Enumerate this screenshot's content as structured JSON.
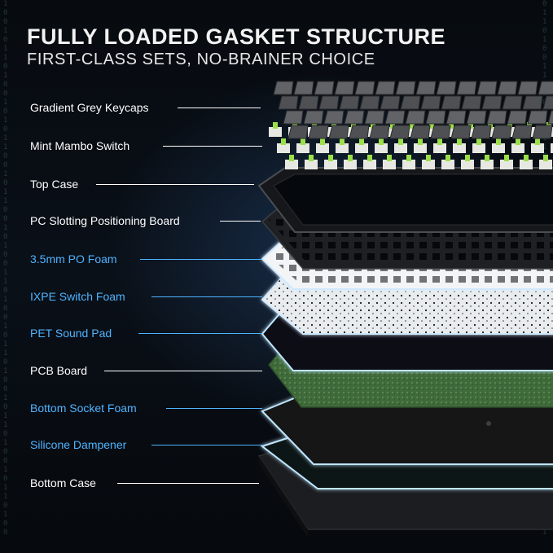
{
  "header": {
    "title": "FULLY LOADED GASKET STRUCTURE",
    "subtitle": "FIRST-CLASS SETS, NO-BRAINER CHOICE"
  },
  "layers": [
    {
      "label": "Gradient Grey Keycaps",
      "color": "#ffffff"
    },
    {
      "label": "Mint Mambo Switch",
      "color": "#ffffff"
    },
    {
      "label": "Top Case",
      "color": "#ffffff"
    },
    {
      "label": "PC Slotting Positioning Board",
      "color": "#ffffff"
    },
    {
      "label": "3.5mm PO Foam",
      "color": "#4fb3ff"
    },
    {
      "label": "IXPE Switch Foam",
      "color": "#4fb3ff"
    },
    {
      "label": "PET Sound Pad",
      "color": "#4fb3ff"
    },
    {
      "label": "PCB Board",
      "color": "#ffffff"
    },
    {
      "label": "Bottom Socket Foam",
      "color": "#4fb3ff"
    },
    {
      "label": "Silicone Dampener",
      "color": "#4fb3ff"
    },
    {
      "label": "Bottom Case",
      "color": "#ffffff"
    }
  ],
  "colors": {
    "highlight": "#4fb3ff",
    "text": "#ffffff",
    "keycap": "#5a5c60",
    "switch": "#9be04a",
    "pcb": "#3f6b3a"
  }
}
